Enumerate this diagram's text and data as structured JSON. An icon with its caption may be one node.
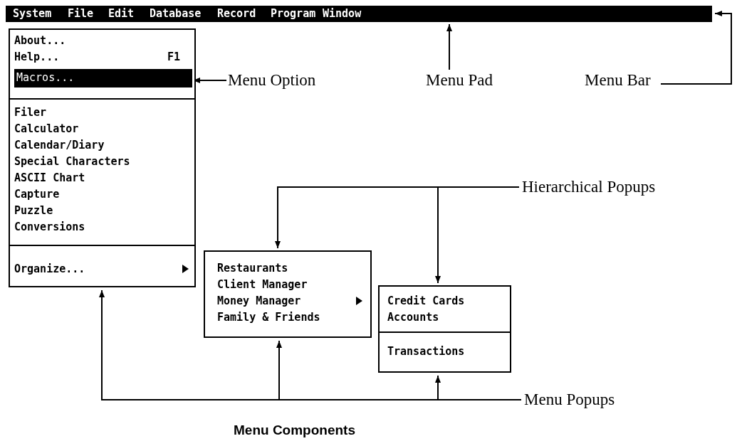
{
  "diagram": {
    "caption": "Menu Components",
    "nodes": [
      {
        "text": [
          "System",
          "File",
          "Edit",
          "Database",
          "Record",
          "Program",
          "Window"
        ]
      },
      {
        "text": [
          "About...",
          "Help...",
          "F1",
          "Filer",
          "Calculator",
          "Calendar/Diary",
          "Special Characters",
          "ASCII Chart",
          "Capture",
          "Puzzle",
          "Conversions",
          "Organize..."
        ]
      },
      {
        "text": [
          "Macros..."
        ],
        "in": 1
      },
      {
        "text": [
          "Restaurants",
          "Client Manager",
          "Money Manager",
          "Family & Friends"
        ]
      },
      {
        "text": [
          "Credit Cards",
          "Accounts",
          "Transactions"
        ]
      },
      {
        "text": [
          "Menu Option"
        ]
      },
      {
        "text": [
          "Menu Pad"
        ]
      },
      {
        "text": [
          "Menu Bar"
        ]
      },
      {
        "text": [
          "Hierarchical Popups"
        ]
      },
      {
        "text": [
          "Menu Popups"
        ]
      }
    ],
    "edges": [
      {
        "from": 5,
        "to": 2,
        "arrow": "to"
      },
      {
        "from": 6,
        "to": 0,
        "arrow": "to"
      },
      {
        "from": 7,
        "to": 0,
        "arrow": "to"
      },
      {
        "from": 8,
        "to": 3,
        "arrow": "to"
      },
      {
        "from": 8,
        "to": 4,
        "arrow": "to"
      },
      {
        "from": 9,
        "to": 1,
        "arrow": "to"
      },
      {
        "from": 9,
        "to": 3,
        "arrow": "to"
      },
      {
        "from": 9,
        "to": 4,
        "arrow": "to"
      }
    ]
  }
}
